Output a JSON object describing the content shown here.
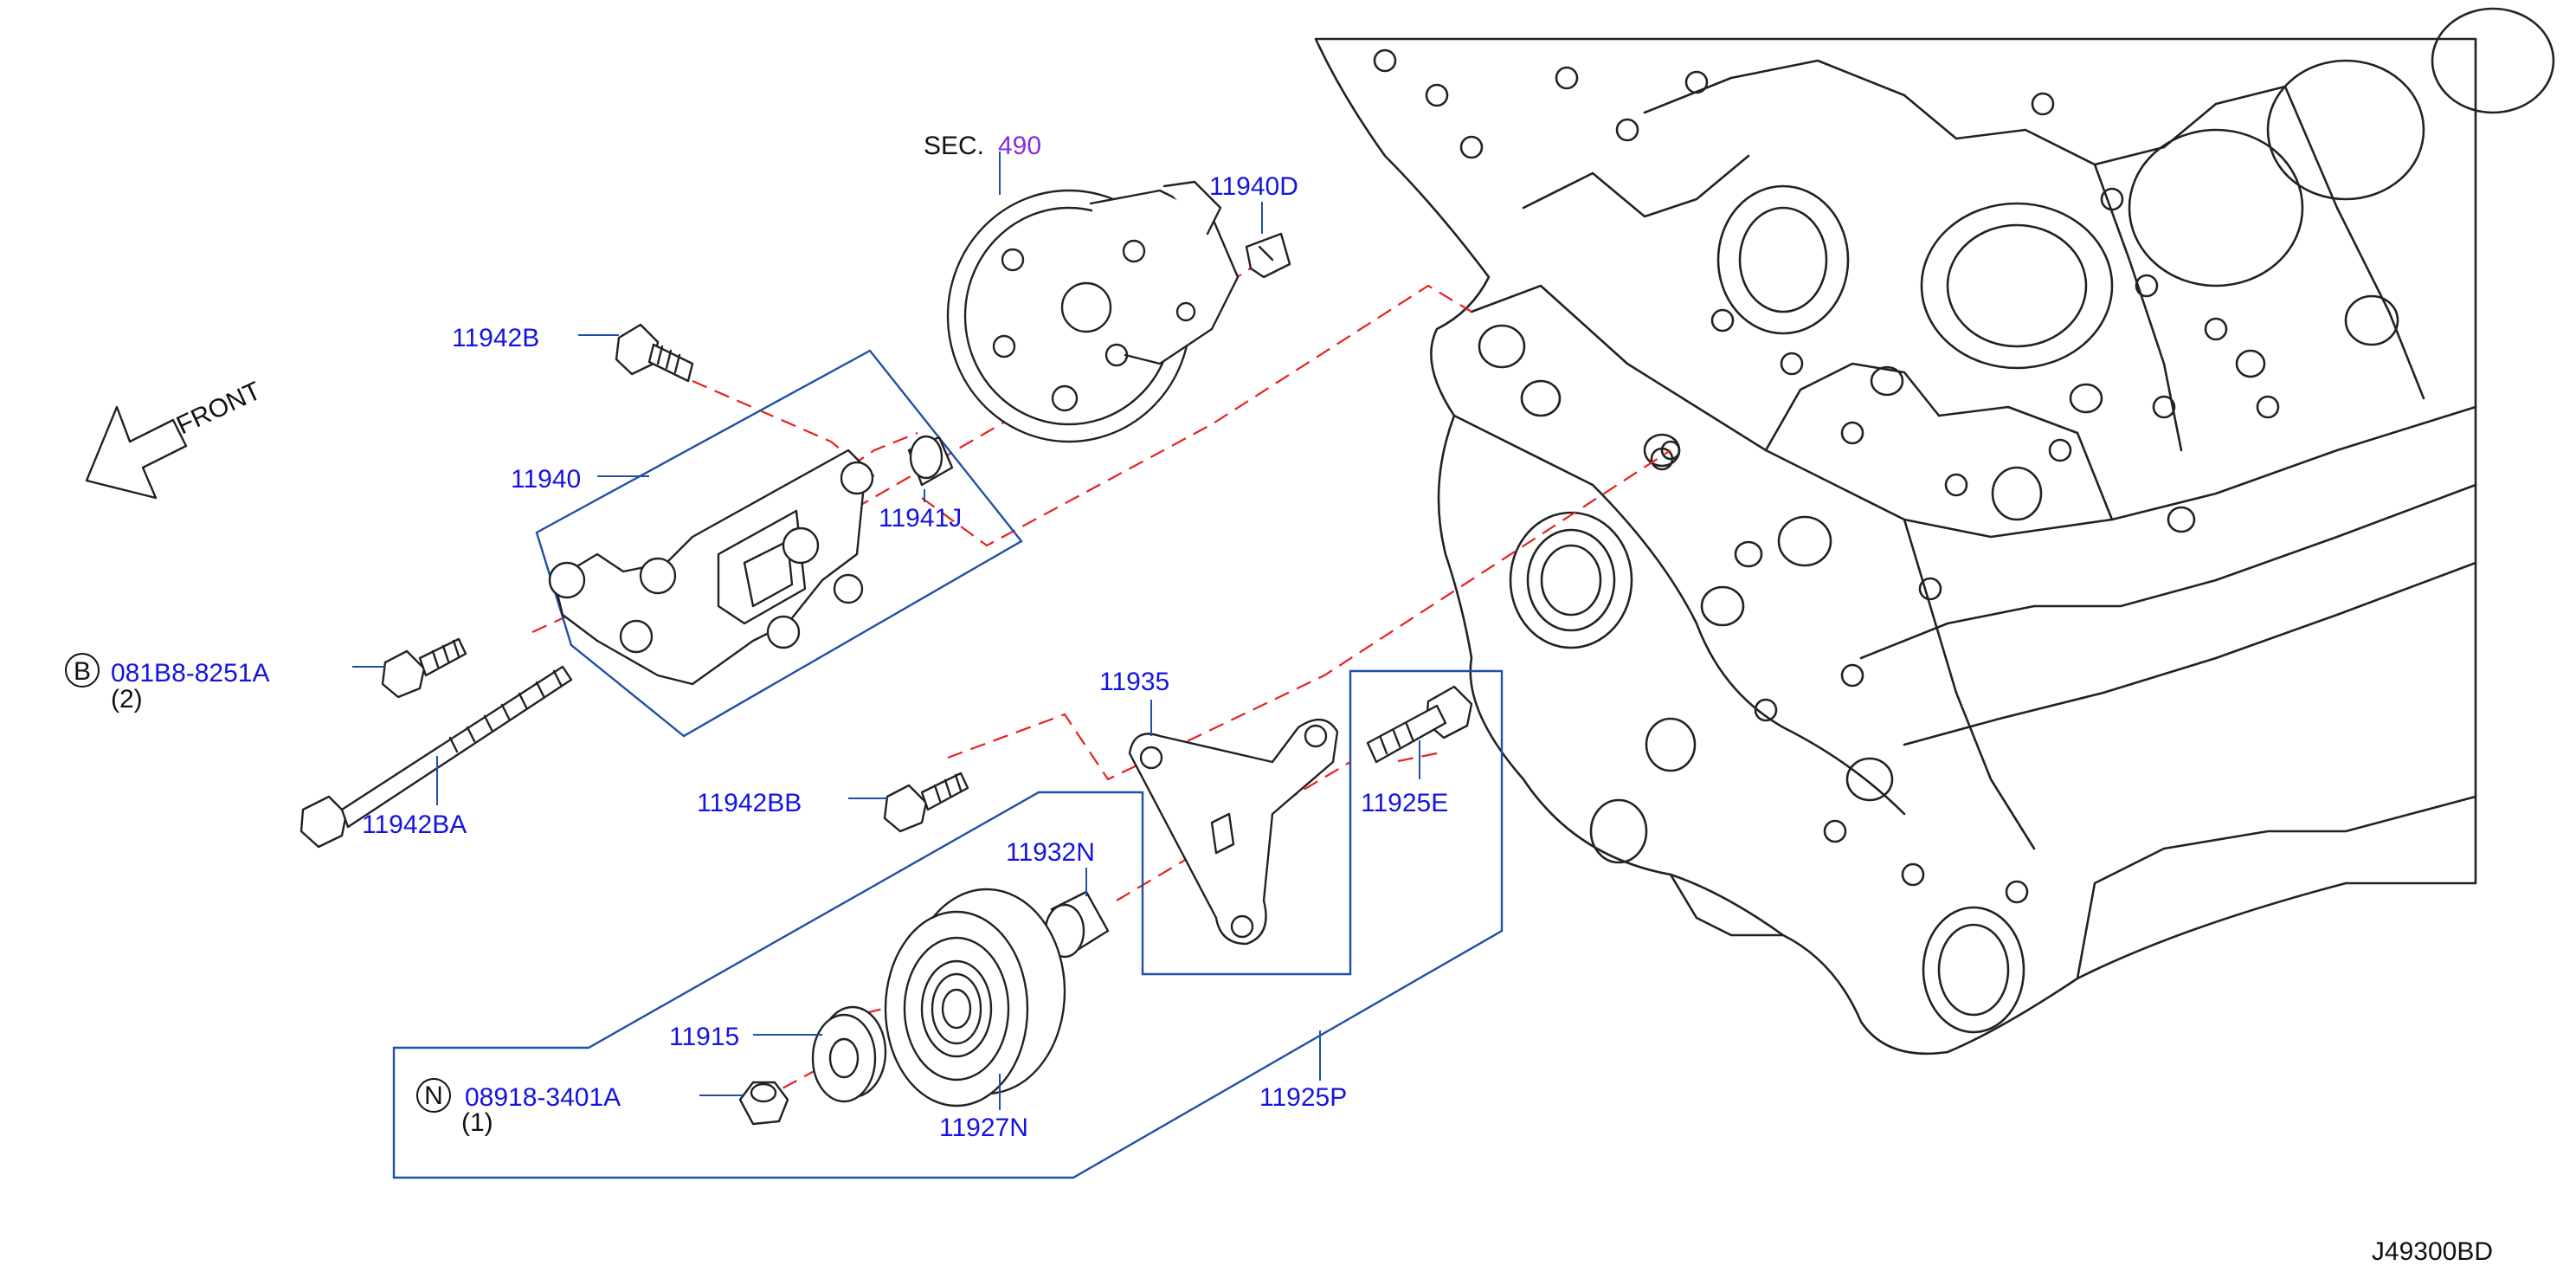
{
  "colors": {
    "link": "#1414e0",
    "leader": "#1f4fa8",
    "dash": "#e82020",
    "section": "#8a2be2",
    "ink": "#111111"
  },
  "direction": {
    "text": "FRONT"
  },
  "section_ref": {
    "prefix": "SEC.",
    "number": "490"
  },
  "diagram_code": "J49300BD",
  "callouts": {
    "c11940D": "11940D",
    "c11942B": "11942B",
    "c11940": "11940",
    "c11941J": "11941J",
    "c081B8": "081B8-8251A",
    "c081B8_qty": "(2)",
    "c081B8_symbol": "B",
    "c11942BA": "11942BA",
    "c11935": "11935",
    "c11942BB": "11942BB",
    "c11925E": "11925E",
    "c11932N": "11932N",
    "c11915": "11915",
    "c08918": "08918-3401A",
    "c08918_qty": "(1)",
    "c08918_symbol": "N",
    "c11927N": "11927N",
    "c11925P": "11925P"
  }
}
